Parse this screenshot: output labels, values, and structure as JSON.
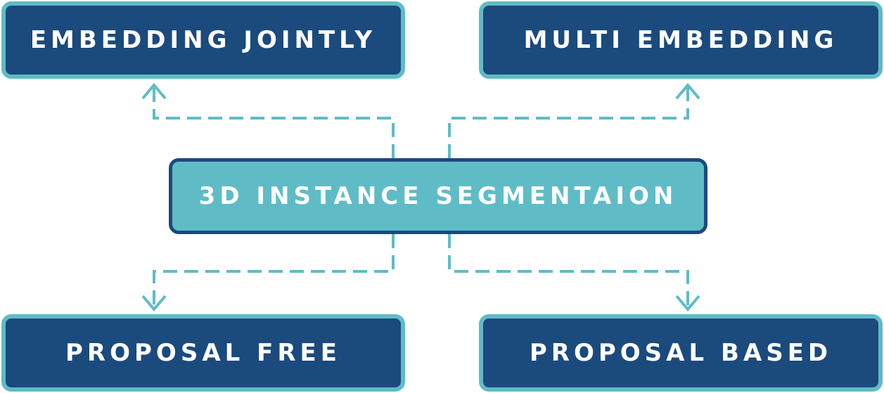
{
  "diagram": {
    "center": {
      "label": "3D INSTANCE SEGMENTAION"
    },
    "top_left": {
      "label": "EMBEDDING JOINTLY"
    },
    "top_right": {
      "label": "MULTI EMBEDDING"
    },
    "bottom_left": {
      "label": "PROPOSAL FREE"
    },
    "bottom_right": {
      "label": "PROPOSAL BASED"
    }
  },
  "colors": {
    "outer_fill": "#1b4a7c",
    "outer_border": "#5fbcc6",
    "center_fill": "#5fbcc6",
    "center_border": "#1b4a7c",
    "connector": "#5fbcc6",
    "text": "#ffffff"
  }
}
